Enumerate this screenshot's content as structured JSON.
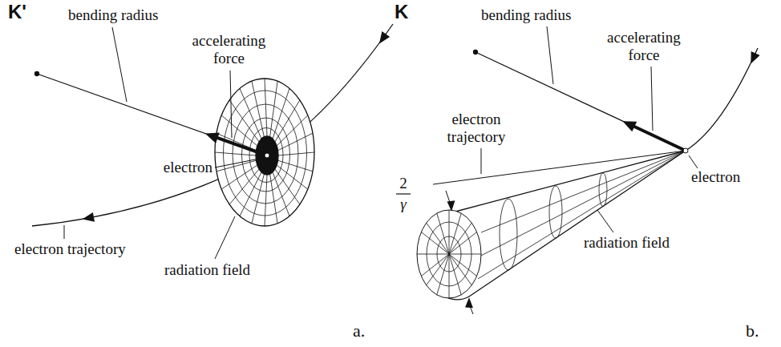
{
  "diagram": {
    "labels": [
      "K'",
      "bending radius",
      "accelerating force",
      "electron",
      "electron trajectory",
      "radiation field",
      "a.",
      "K",
      "bending radius",
      "accelerating force",
      "electron trajectory",
      "2",
      "γ",
      "electron",
      "radiation field",
      "b."
    ]
  }
}
